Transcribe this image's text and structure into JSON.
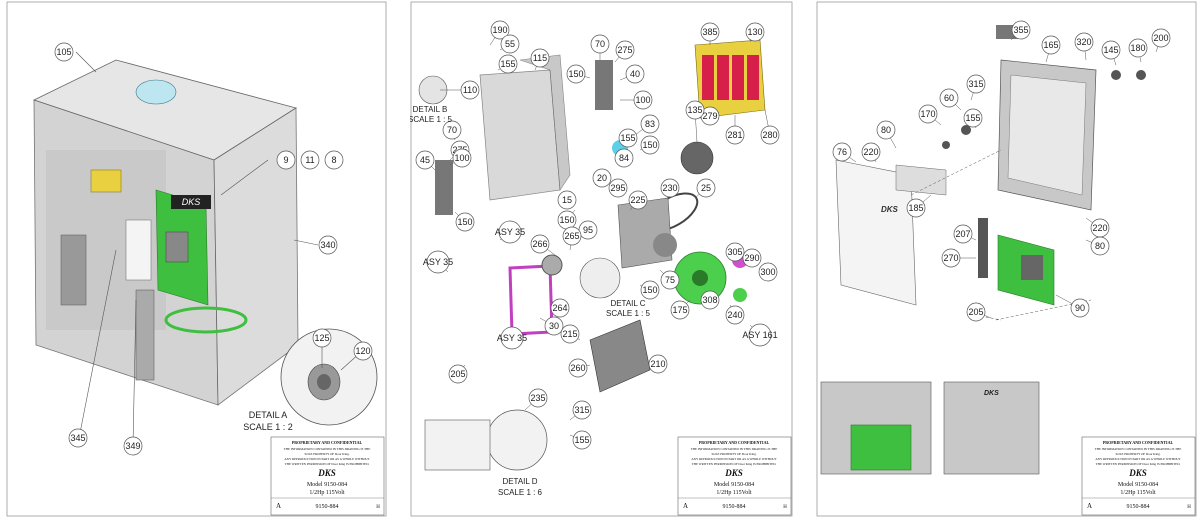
{
  "sheets": [
    {
      "callouts": [
        "105",
        "9",
        "11",
        "8",
        "340",
        "125",
        "120",
        "345",
        "349"
      ],
      "detail": {
        "title": "DETAIL A",
        "scale": "SCALE 1 : 2"
      },
      "title_block": {
        "heading": "PROPRIETARY AND CONFIDENTIAL",
        "notice_1": "THE INFORMATION CONTAINED IN THIS DRAWING IS THE",
        "notice_2": "SOLE PROPERTY OF Door King.",
        "notice_3": "ANY REPRODUCTION IN PART OR AS A WHOLE WITHOUT",
        "notice_4": "THE WRITTEN PERMISSION OF Door King IS PROHIBITED.",
        "logo": "DKS",
        "model": "Model 9150-084",
        "spec": "1/2Hp 115Volt",
        "part_no": "9150-884",
        "size": "A",
        "rev": "H"
      }
    },
    {
      "callouts": [
        "190",
        "55",
        "155",
        "70",
        "275",
        "40",
        "115",
        "150",
        "100",
        "385",
        "130",
        "279",
        "281",
        "280",
        "110",
        "135",
        "83",
        "155",
        "84",
        "150",
        "70",
        "275",
        "100",
        "45",
        "150",
        "20",
        "295",
        "15",
        "150",
        "95",
        "225",
        "230",
        "25",
        "266",
        "265",
        "ASY 35",
        "ASY 35",
        "75",
        "305",
        "290",
        "300",
        "308",
        "240",
        "175",
        "30",
        "264",
        "150",
        "ASY 161",
        "215",
        "210",
        "260",
        "ASY 35",
        "205",
        "235",
        "315",
        "155"
      ],
      "detail_b": {
        "title": "DETAIL B",
        "scale": "SCALE 1 : 5"
      },
      "detail_c": {
        "title": "DETAIL C",
        "scale": "SCALE 1 : 5"
      },
      "detail_d": {
        "title": "DETAIL D",
        "scale": "SCALE 1 : 6"
      },
      "title_block": {
        "heading": "PROPRIETARY AND CONFIDENTIAL",
        "notice_1": "THE INFORMATION CONTAINED IN THIS DRAWING IS THE",
        "notice_2": "SOLE PROPERTY OF Door King.",
        "notice_3": "ANY REPRODUCTION IN PART OR AS A WHOLE WITHOUT",
        "notice_4": "THE WRITTEN PERMISSION OF Door King IS PROHIBITED.",
        "logo": "DKS",
        "model": "Model 9150-084",
        "spec": "1/2Hp 115Volt",
        "part_no": "9150-884",
        "size": "A",
        "rev": "H"
      }
    },
    {
      "callouts": [
        "355",
        "165",
        "320",
        "145",
        "180",
        "200",
        "60",
        "315",
        "170",
        "155",
        "76",
        "80",
        "220",
        "185",
        "220",
        "80",
        "207",
        "270",
        "90",
        "205"
      ],
      "title_block": {
        "heading": "PROPRIETARY AND CONFIDENTIAL",
        "notice_1": "THE INFORMATION CONTAINED IN THIS DRAWING IS THE",
        "notice_2": "SOLE PROPERTY OF Door King.",
        "notice_3": "ANY REPRODUCTION IN PART OR AS A WHOLE WITHOUT",
        "notice_4": "THE WRITTEN PERMISSION OF Door King IS PROHIBITED.",
        "logo": "DKS",
        "model": "Model 9150-084",
        "spec": "1/2Hp 115Volt",
        "part_no": "9150-884",
        "size": "A",
        "rev": "H"
      }
    }
  ],
  "colors": {
    "pcb": "#3fbf3f",
    "metal": "#b8b8b8",
    "gasket": "#c040c0",
    "red": "#d6204a",
    "yellow": "#e8d040",
    "line": "#555555"
  }
}
